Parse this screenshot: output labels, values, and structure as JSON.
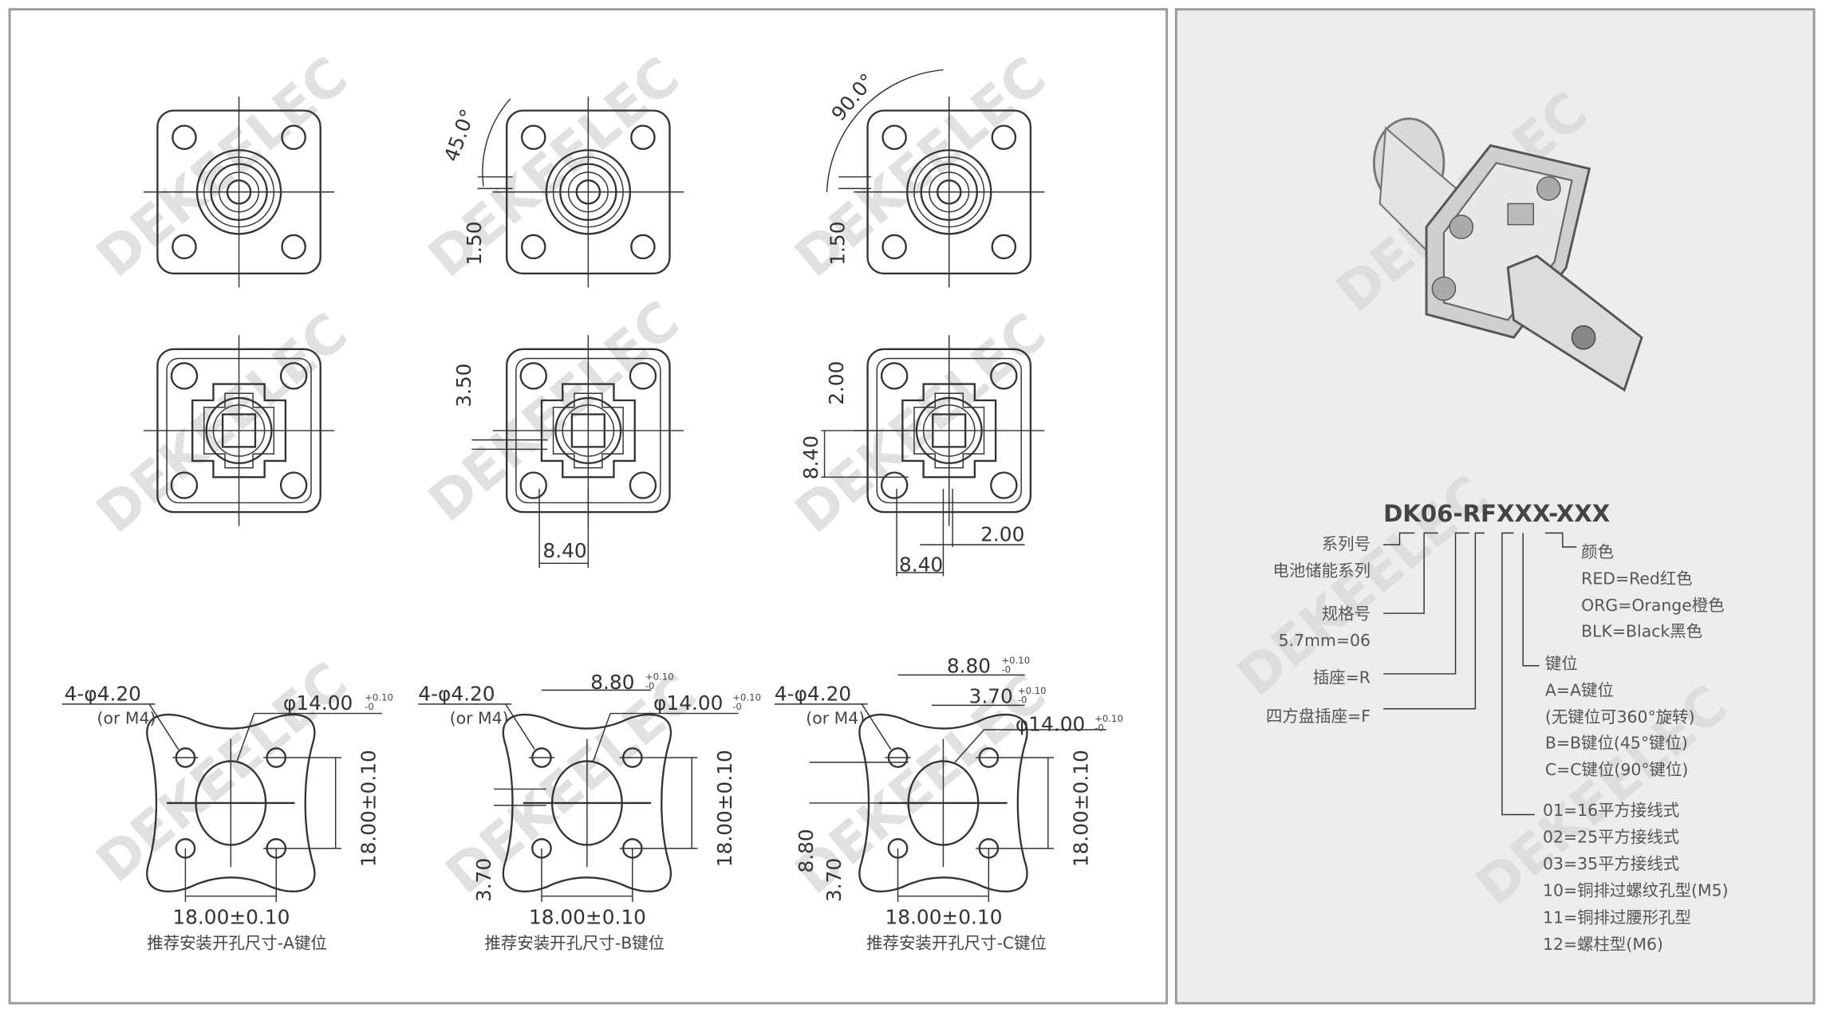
{
  "watermark": "DEKEELEC",
  "colors": {
    "panel_border": "#9a9a9a",
    "right_panel_bg": "#ededed",
    "line": "#333333"
  },
  "top_row": {
    "b_angle": "45.0°",
    "b_offset": "1.50",
    "c_angle": "90.0°",
    "c_offset": "1.50"
  },
  "middle_row": {
    "b_v": "3.50",
    "b_h": "8.40",
    "c_v1": "2.00",
    "c_v2": "8.40",
    "c_h1": "2.00",
    "c_h2": "8.40"
  },
  "cutouts": [
    {
      "holes": "4-φ4.20",
      "holes_alt": "(or M4)",
      "bore": "φ14.00",
      "tol_plus": "+0.10",
      "tol_minus": "-0",
      "vert": "18.00±0.10",
      "horiz": "18.00±0.10",
      "caption": "推荐安装开孔尺寸-A键位"
    },
    {
      "holes": "4-φ4.20",
      "holes_alt": "(or M4)",
      "bore": "φ14.00",
      "tol_plus": "+0.10",
      "tol_minus": "-0",
      "key_w": "8.80",
      "key_off": "3.70",
      "vert": "18.00±0.10",
      "horiz": "18.00±0.10",
      "caption": "推荐安装开孔尺寸-B键位"
    },
    {
      "holes": "4-φ4.20",
      "holes_alt": "(or M4)",
      "bore": "φ14.00",
      "tol_plus": "+0.10",
      "tol_minus": "-0",
      "key_w": "8.80",
      "key_w2": "3.70",
      "key_v1": "8.80",
      "key_v2": "3.70",
      "vert": "18.00±0.10",
      "horiz": "18.00±0.10",
      "caption": "推荐安装开孔尺寸-C键位"
    }
  ],
  "code": {
    "title": "DK06-RFXXX-XXX",
    "left": [
      "系列号",
      "电池储能系列",
      "规格号",
      "5.7mm=06",
      "插座=R",
      "四方盘插座=F"
    ],
    "color_head": "颜色",
    "colors": [
      "RED=Red红色",
      "ORG=Orange橙色",
      "BLK=Black黑色"
    ],
    "key_head": "键位",
    "keys": [
      "A=A键位",
      "(无键位可360°旋转)",
      "B=B键位(45°键位)",
      "C=C键位(90°键位)"
    ],
    "terminals": [
      "01=16平方接线式",
      "02=25平方接线式",
      "03=35平方接线式",
      "10=铜排过螺纹孔型(M5)",
      "11=铜排过腰形孔型",
      "12=螺柱型(M6)"
    ]
  }
}
